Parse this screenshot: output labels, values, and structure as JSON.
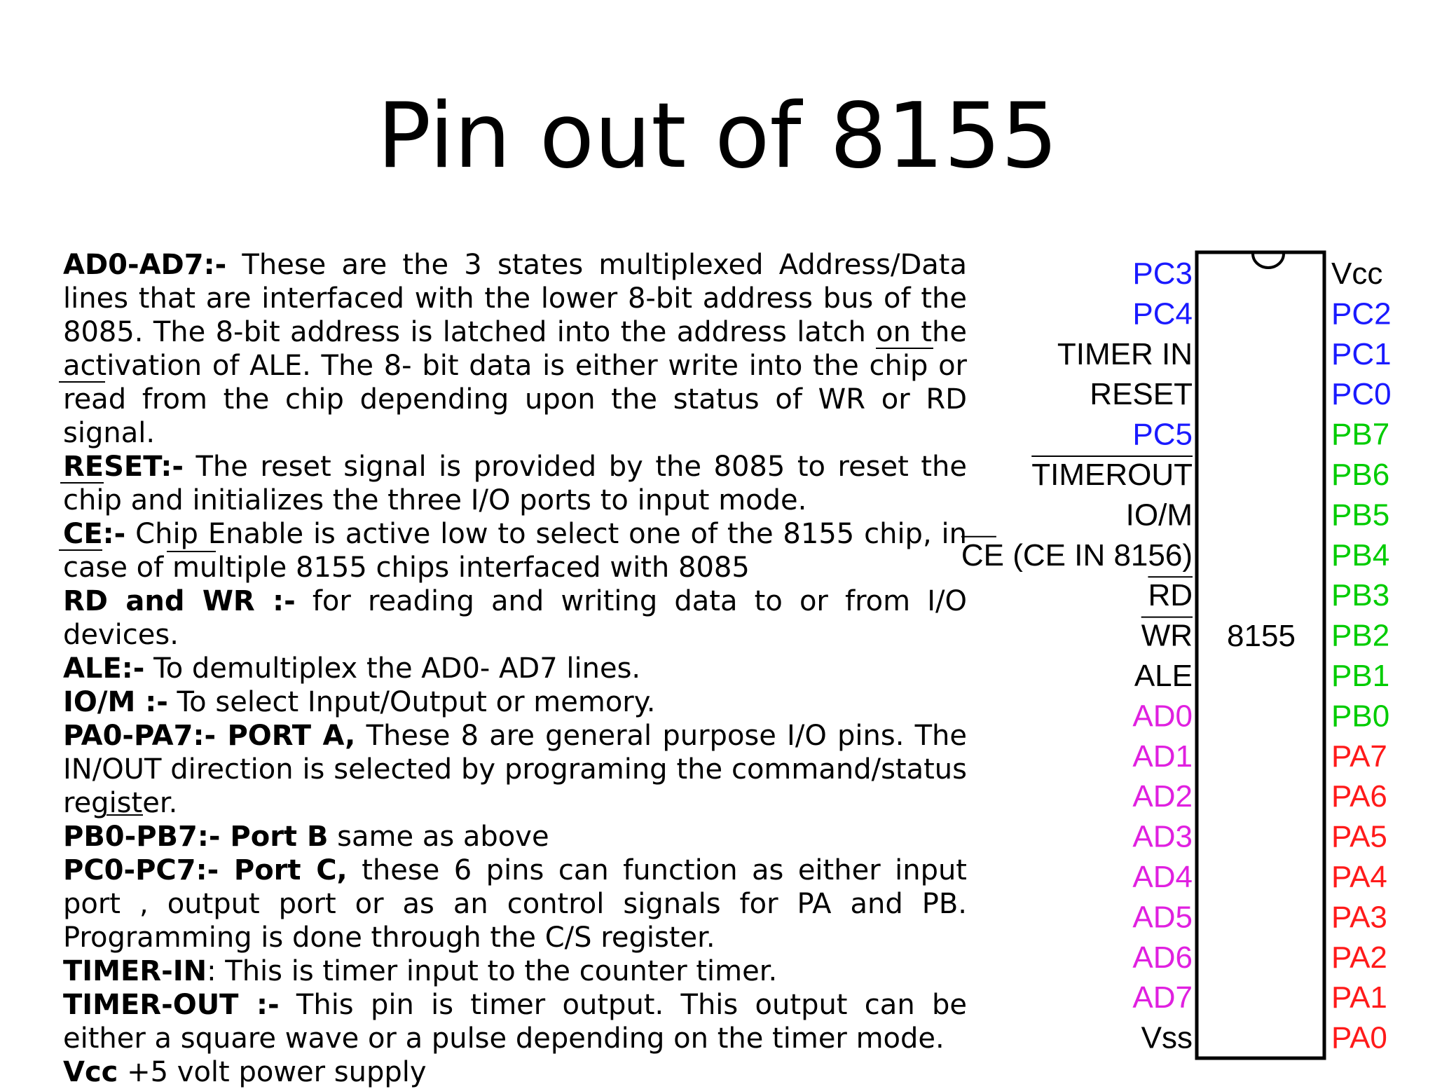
{
  "title": "Pin out of 8155",
  "paragraphs": [
    {
      "term": "AD0-AD7:-",
      "text": " These are the 3 states multiplexed Address/Data lines that are interfaced with the lower 8-bit address bus of the 8085. The 8-bit address is latched into the address latch on the activation of ALE. The 8- bit data is either write into the chip or read from the chip depending upon the status of WR or RD signal."
    },
    {
      "term": "RESET:-",
      "text": " The reset signal is provided by the 8085 to reset the chip and initializes the three I/O ports to input mode."
    },
    {
      "term": "CE:-",
      "text": " Chip Enable is active low to select one of the 8155 chip, in case of multiple 8155 chips interfaced with 8085"
    },
    {
      "term": "RD and WR :-",
      "text": " for reading and writing data to or from I/O devices."
    },
    {
      "term": "ALE:-",
      "text": " To demultiplex the AD0- AD7 lines."
    },
    {
      "term": "IO/M :-",
      "text": "  To select Input/Output or memory."
    },
    {
      "term": "PA0-PA7:- PORT A,",
      "text": " These 8 are general purpose I/O pins. The IN/OUT direction is selected by programing the command/status register."
    },
    {
      "term": "PB0-PB7:- Port B",
      "text": " same as above"
    },
    {
      "term": " PC0-PC7:- Port C,",
      "text": " these 6 pins can function as either input port , output port or as an control signals for PA and PB. Programming is done through the C/S register."
    },
    {
      "term": "TIMER-IN",
      "text": ": This is timer input to the counter timer."
    },
    {
      "term": "TIMER-OUT :-",
      "text": " This pin is timer output. This output can be either a square wave or a pulse depending on the timer mode."
    },
    {
      "term": "Vcc",
      "text": " +5 volt power supply"
    }
  ],
  "chip": {
    "name": "8155",
    "left_pins": [
      {
        "label": "PC3",
        "color": "#1a1aff"
      },
      {
        "label": "PC4",
        "color": "#1a1aff"
      },
      {
        "label": "TIMER IN",
        "color": "#000000"
      },
      {
        "label": "RESET",
        "color": "#000000"
      },
      {
        "label": "PC5",
        "color": "#1a1aff"
      },
      {
        "label": "TIMEROUT",
        "color": "#000000"
      },
      {
        "label": "IO/M",
        "color": "#000000"
      },
      {
        "label": "CE (CE IN 8156)",
        "color": "#000000"
      },
      {
        "label": "RD",
        "color": "#000000"
      },
      {
        "label": "WR",
        "color": "#000000"
      },
      {
        "label": "ALE",
        "color": "#000000"
      },
      {
        "label": "AD0",
        "color": "#e020e0"
      },
      {
        "label": "AD1",
        "color": "#e020e0"
      },
      {
        "label": "AD2",
        "color": "#e020e0"
      },
      {
        "label": "AD3",
        "color": "#e020e0"
      },
      {
        "label": "AD4",
        "color": "#e020e0"
      },
      {
        "label": "AD5",
        "color": "#e020e0"
      },
      {
        "label": "AD6",
        "color": "#e020e0"
      },
      {
        "label": "AD7",
        "color": "#e020e0"
      },
      {
        "label": "Vss",
        "color": "#000000"
      }
    ],
    "right_pins": [
      {
        "label": "Vcc",
        "color": "#000000"
      },
      {
        "label": "PC2",
        "color": "#1a1aff"
      },
      {
        "label": "PC1",
        "color": "#1a1aff"
      },
      {
        "label": "PC0",
        "color": "#1a1aff"
      },
      {
        "label": "PB7",
        "color": "#00cc00"
      },
      {
        "label": "PB6",
        "color": "#00cc00"
      },
      {
        "label": "PB5",
        "color": "#00cc00"
      },
      {
        "label": "PB4",
        "color": "#00cc00"
      },
      {
        "label": "PB3",
        "color": "#00cc00"
      },
      {
        "label": "PB2",
        "color": "#00cc00"
      },
      {
        "label": "PB1",
        "color": "#00cc00"
      },
      {
        "label": "PB0",
        "color": "#00cc00"
      },
      {
        "label": "PA7",
        "color": "#ff1a1a"
      },
      {
        "label": "PA6",
        "color": "#ff1a1a"
      },
      {
        "label": "PA5",
        "color": "#ff1a1a"
      },
      {
        "label": "PA4",
        "color": "#ff1a1a"
      },
      {
        "label": "PA3",
        "color": "#ff1a1a"
      },
      {
        "label": "PA2",
        "color": "#ff1a1a"
      },
      {
        "label": "PA1",
        "color": "#ff1a1a"
      },
      {
        "label": "PA0",
        "color": "#ff1a1a"
      }
    ],
    "overbar_pins": [
      "TIMEROUT",
      "RD",
      "WR"
    ]
  }
}
